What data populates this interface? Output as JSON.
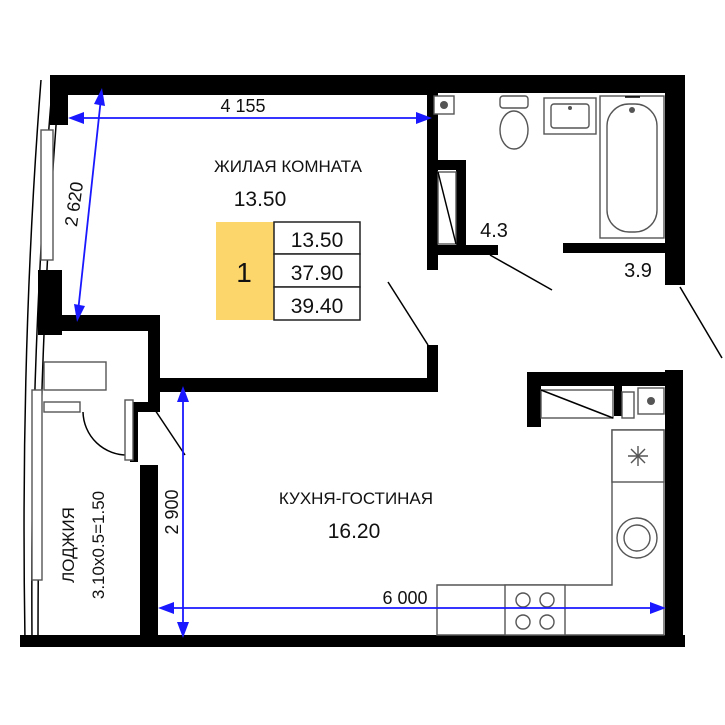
{
  "rooms": {
    "living": {
      "name": "ЖИЛАЯ КОМНАТА",
      "area": "13.50"
    },
    "kitchen": {
      "name": "КУХНЯ-ГОСТИНАЯ",
      "area": "16.20"
    },
    "bathroom": {
      "area": "4.3"
    },
    "hall": {
      "area": "3.9"
    },
    "loggia": {
      "name": "ЛОДЖИЯ",
      "formula": "3.10x0.5=1.50"
    }
  },
  "dimensions": {
    "living_width": "4 155",
    "living_depth": "2 620",
    "kitchen_depth": "2 900",
    "kitchen_width": "6 000"
  },
  "summary": {
    "rooms_count": "1",
    "living_area": "13.50",
    "total_area_no_loggia": "37.90",
    "total_area": "39.40",
    "badge_color": "#fcd56b"
  },
  "colors": {
    "dimension": "#1a18ff",
    "wall": "#000000"
  }
}
